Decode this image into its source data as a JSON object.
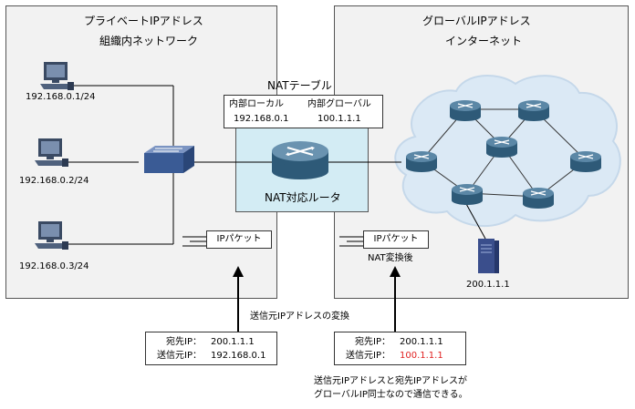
{
  "private_area": {
    "title": "プライベートIPアドレス",
    "subtitle": "組織内ネットワーク",
    "hosts": [
      "192.168.0.1/24",
      "192.168.0.2/24",
      "192.168.0.3/24"
    ]
  },
  "global_area": {
    "title": "グローバルIPアドレス",
    "subtitle": "インターネット",
    "server_ip": "200.1.1.1"
  },
  "nat_table": {
    "title": "NATテーブル",
    "col_local": "内部ローカル",
    "col_global": "内部グローバル",
    "val_local": "192.168.0.1",
    "val_global": "100.1.1.1"
  },
  "router": {
    "label": "NAT対応ルータ"
  },
  "packets": {
    "left_label": "IPパケット",
    "right_label": "IPパケット",
    "right_caption": "NAT変換後"
  },
  "conversion_label": "送信元IPアドレスの変換",
  "left_addr": {
    "dst_label": "宛先IP：",
    "dst_value": "200.1.1.1",
    "src_label": "送信元IP：",
    "src_value": "192.168.0.1"
  },
  "right_addr": {
    "dst_label": "宛先IP：",
    "dst_value": "200.1.1.1",
    "src_label": "送信元IP：",
    "src_value": "100.1.1.1"
  },
  "note": {
    "line1": "送信元IPアドレスと宛先IPアドレスが",
    "line2": "グローバルIP同士なので通信できる。"
  },
  "colors": {
    "panel_bg": "#f2f2f2",
    "router_box": "#d3ecf4",
    "cloud": "#dbe9f5",
    "highlight_red": "#e02020"
  }
}
